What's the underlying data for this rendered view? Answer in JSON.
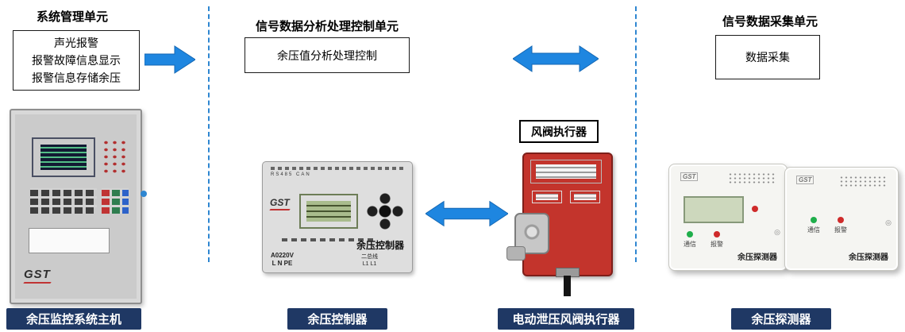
{
  "colors": {
    "arrow_blue": "#1e86e0",
    "separator_blue": "#2e86d1",
    "label_navy": "#1f3864",
    "actuator_red": "#c3342c"
  },
  "sections": {
    "left": {
      "title": "系统管理单元",
      "box_lines": [
        "声光报警",
        "报警故障信息显示",
        "报警信息存储余压"
      ],
      "bottom_label": "余压监控系统主机"
    },
    "middle": {
      "title": "信号数据分析处理控制单元",
      "box_text": "余压值分析处理控制",
      "bottom_label": "余压控制器",
      "actuator_tag": "风阀执行器",
      "actuator_bottom_label": "电动泄压风阀执行器"
    },
    "right": {
      "title": "信号数据采集单元",
      "box_text": "数据采集",
      "bottom_label": "余压探测器"
    }
  },
  "devices": {
    "host": {
      "brand": "GST"
    },
    "controller": {
      "brand": "GST",
      "terminal_text": "RS485      CAN",
      "power_line1": "A0220V",
      "power_line2": "L N PE",
      "bus_line1": "二总线",
      "bus_line2": "L1 L1",
      "face_label": "余压控制器"
    },
    "detector": {
      "brand": "GST",
      "comm_label": "通信",
      "alarm_label": "报警",
      "face_label": "余压探测器",
      "mark": "◎"
    }
  }
}
